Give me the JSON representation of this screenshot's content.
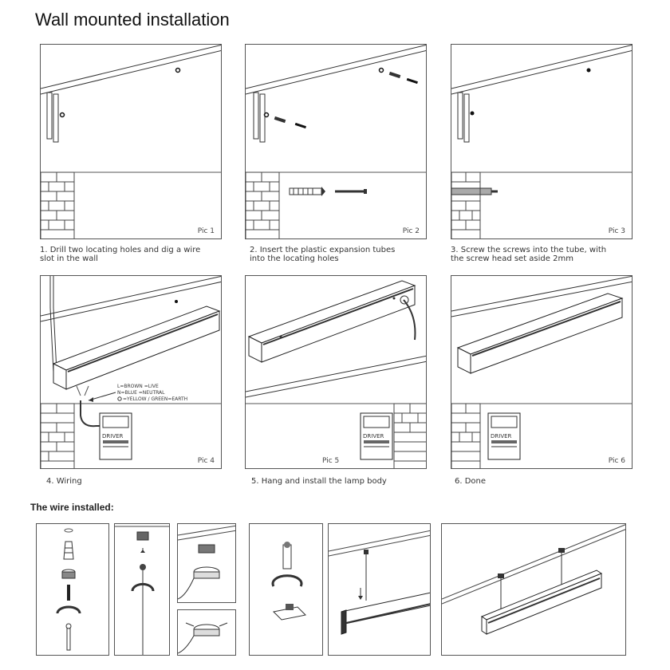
{
  "title": "Wall mounted installation",
  "steps": [
    {
      "label": "Pic 1",
      "caption_line1": "1. Drill two locating holes and dig a wire",
      "caption_line2": "slot in the wall"
    },
    {
      "label": "Pic 2",
      "caption_line1": "2. Insert the plastic expansion tubes",
      "caption_line2": "into the locating holes"
    },
    {
      "label": "Pic 3",
      "caption_line1": "3. Screw the screws into the tube, with",
      "caption_line2": "the screw head set aside 2mm"
    },
    {
      "label": "Pic 4",
      "caption_line1": "4. Wiring",
      "caption_line2": ""
    },
    {
      "label": "Pic 5",
      "caption_line1": "5. Hang and install the lamp body",
      "caption_line2": ""
    },
    {
      "label": "Pic 6",
      "caption_line1": "6. Done",
      "caption_line2": ""
    }
  ],
  "wiring_legend": {
    "line1": "L=BROWN    =LIVE",
    "line2": "N=BLUE       =NEUTRAL",
    "line3": "=YELLOW / GREEN=EARTH"
  },
  "driver_label": "DRIVER",
  "wire_section_title": "The wire installed:"
}
